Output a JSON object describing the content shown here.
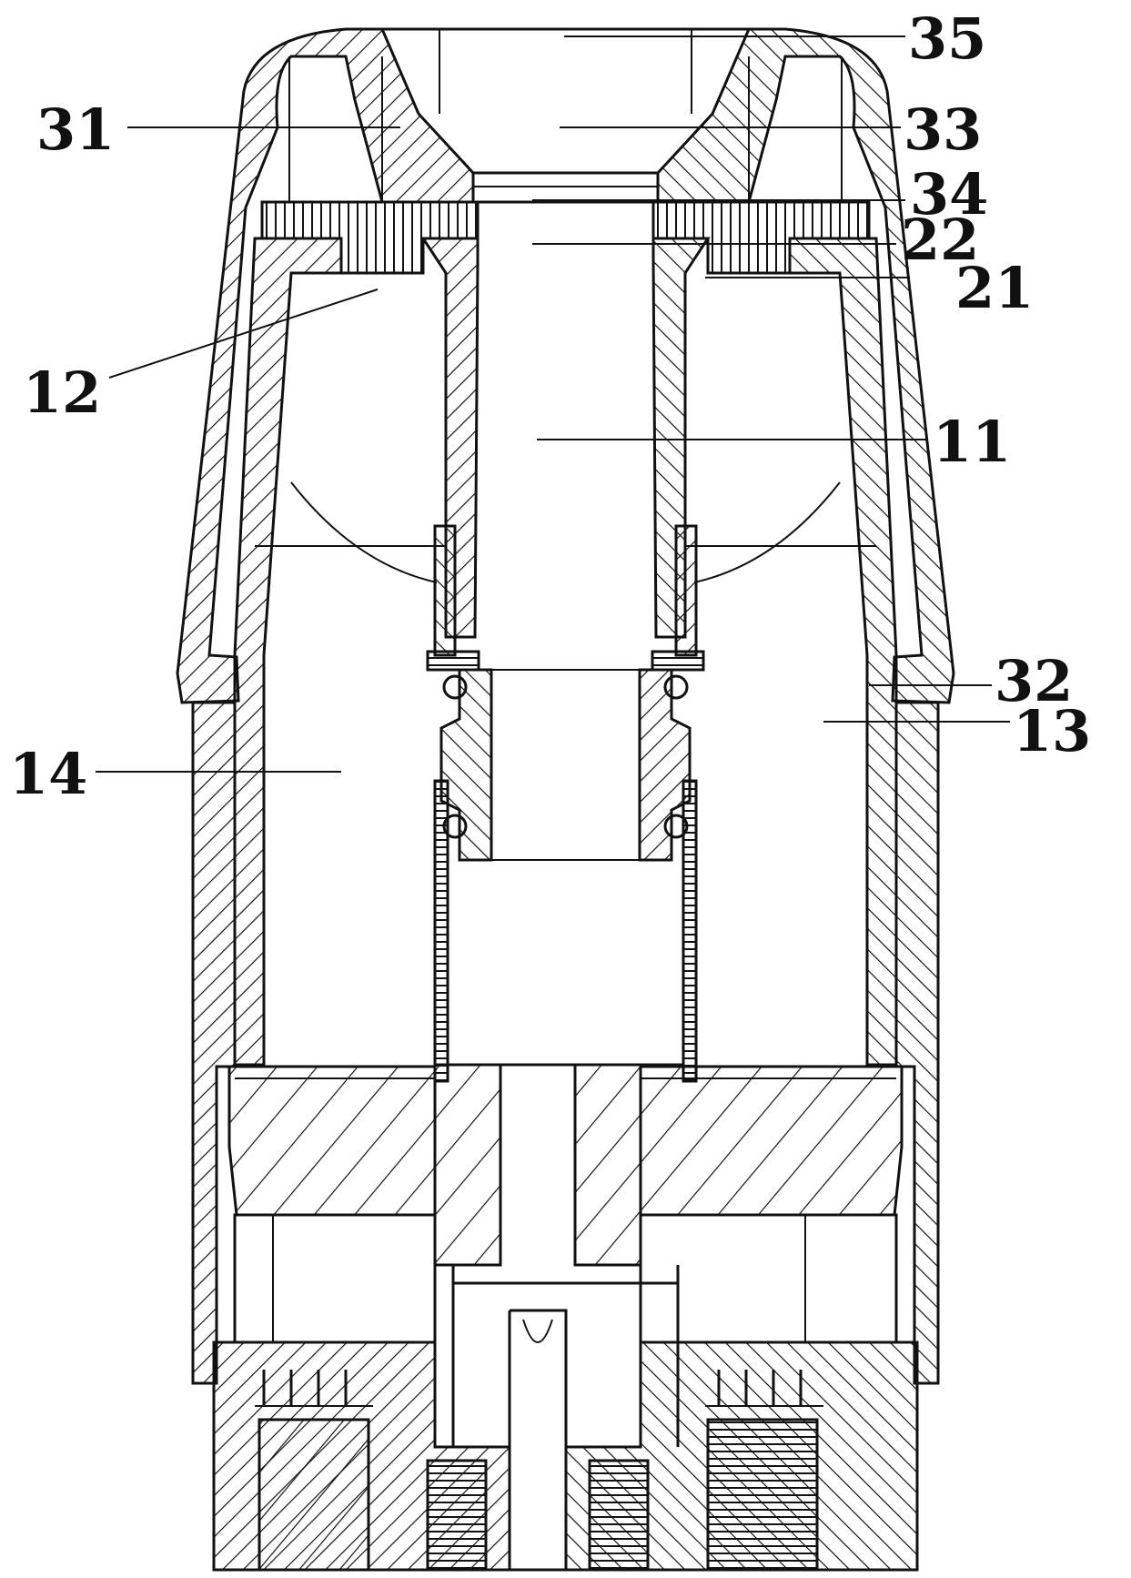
{
  "figure": {
    "labels": [
      {
        "id": "35",
        "text": "35"
      },
      {
        "id": "31",
        "text": "31"
      },
      {
        "id": "33",
        "text": "33"
      },
      {
        "id": "34",
        "text": "34"
      },
      {
        "id": "22",
        "text": "22"
      },
      {
        "id": "21",
        "text": "21"
      },
      {
        "id": "12",
        "text": "12"
      },
      {
        "id": "11",
        "text": "11"
      },
      {
        "id": "32",
        "text": "32"
      },
      {
        "id": "13",
        "text": "13"
      },
      {
        "id": "14",
        "text": "14"
      }
    ]
  },
  "colors": {
    "line": "#111111",
    "background": "#ffffff"
  }
}
